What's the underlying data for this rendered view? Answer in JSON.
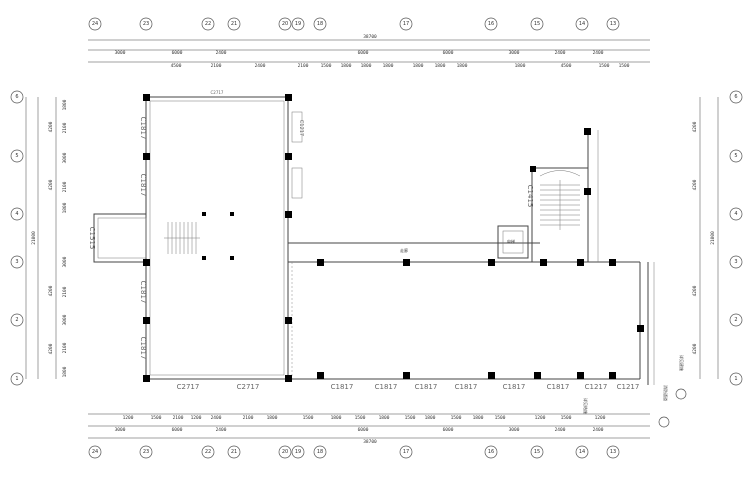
{
  "axes_top": [
    "24",
    "23",
    "22",
    "21",
    "20",
    "19",
    "18",
    "17",
    "16",
    "15",
    "14",
    "13"
  ],
  "axes_bottom": [
    "24",
    "23",
    "22",
    "21",
    "20",
    "19",
    "18",
    "17",
    "16",
    "15",
    "14",
    "13"
  ],
  "axes_left": [
    "6",
    "5",
    "4",
    "3",
    "2",
    "1"
  ],
  "axes_right": [
    "6",
    "5",
    "4",
    "3",
    "2",
    "1"
  ],
  "overall_length": "38700",
  "overall_width": "21000",
  "top_row1": [
    "3000",
    "6000",
    "2400",
    "",
    "",
    "6000",
    "6000",
    "3000",
    "2400",
    "2400"
  ],
  "top_row2": [
    "4500",
    "2100",
    "2400",
    "2100",
    "1500",
    "1800",
    "1800",
    "1800",
    "1800",
    "1800",
    "1800",
    "1800",
    "4500",
    "1500",
    "1500"
  ],
  "bottom_row1": [
    "1200",
    "1500",
    "2100",
    "1200",
    "2400",
    "2100",
    "1800",
    "1500",
    "1800",
    "1500",
    "1800",
    "1500",
    "1800",
    "1500",
    "1800",
    "1500",
    "1200",
    "1500",
    "1200"
  ],
  "bottom_row2": [
    "3000",
    "6000",
    "2400",
    "",
    "6000",
    "6000",
    "3000",
    "2400",
    "2400"
  ],
  "left_dims_outer": [
    "1800",
    "2100",
    "3000",
    "2100",
    "1800",
    "3000",
    "2100",
    "3000",
    "2100",
    "1800"
  ],
  "left_dims_inner": [
    "4200",
    "4200",
    "",
    "4200",
    "4200"
  ],
  "left_total": "21000",
  "right_dims": [
    "4200",
    "4200",
    "",
    "4200",
    "4200"
  ],
  "right_total": "21000",
  "windows": {
    "top_left": "C2717",
    "left_1": "C1817",
    "left_2": "C1817",
    "left_3": "C1817",
    "left_4": "C1817",
    "left_mid": "C1515",
    "bottom_1": "C2717",
    "bottom_2": "C2717",
    "bottom_3": "C1817",
    "bottom_4": "C1817",
    "bottom_5": "C1817",
    "bottom_6": "C1817",
    "bottom_7": "C1817",
    "bottom_8": "C1817",
    "bottom_9": "C1217",
    "bottom_10": "C1217",
    "stair_window": "C1415",
    "right_small": "C1217"
  },
  "corridor_label": "走廊",
  "elevator_label": "电梯",
  "notes": [
    "详见结施",
    "消防通道",
    "详见建施"
  ]
}
